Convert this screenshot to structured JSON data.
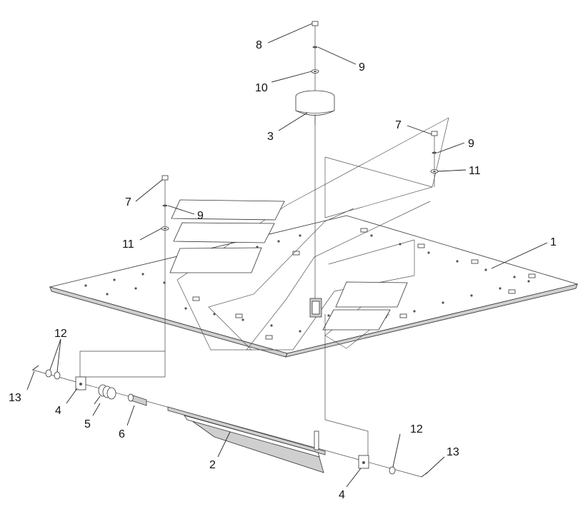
{
  "callouts": [
    {
      "id": "c8",
      "label": "8"
    },
    {
      "id": "c9a",
      "label": "9"
    },
    {
      "id": "c10",
      "label": "10"
    },
    {
      "id": "c3",
      "label": "3"
    },
    {
      "id": "c7a",
      "label": "7"
    },
    {
      "id": "c9b",
      "label": "9"
    },
    {
      "id": "c11a",
      "label": "11"
    },
    {
      "id": "c7b",
      "label": "7"
    },
    {
      "id": "c9c",
      "label": "9"
    },
    {
      "id": "c11b",
      "label": "11"
    },
    {
      "id": "c1",
      "label": "1"
    },
    {
      "id": "c12a",
      "label": "12"
    },
    {
      "id": "c13a",
      "label": "13"
    },
    {
      "id": "c4a",
      "label": "4"
    },
    {
      "id": "c5",
      "label": "5"
    },
    {
      "id": "c6",
      "label": "6"
    },
    {
      "id": "c2",
      "label": "2"
    },
    {
      "id": "c12b",
      "label": "12"
    },
    {
      "id": "c13b",
      "label": "13"
    },
    {
      "id": "c4b",
      "label": "4"
    }
  ]
}
